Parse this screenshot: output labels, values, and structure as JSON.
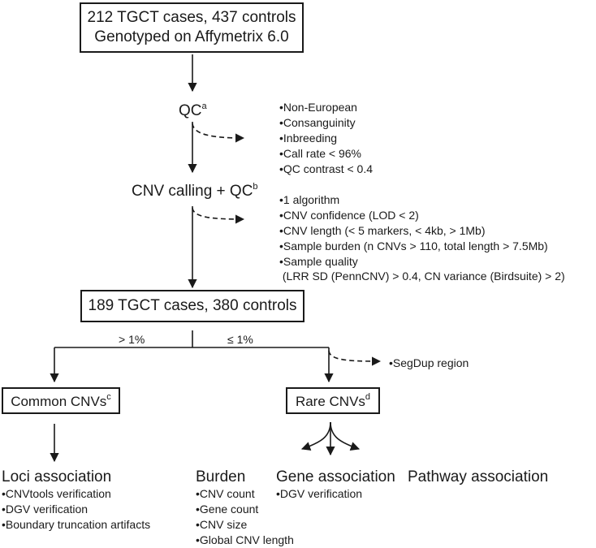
{
  "top_box": {
    "line1": "212 TGCT cases, 437 controls",
    "line2": "Genotyped on Affymetrix 6.0"
  },
  "qc1": {
    "label": "QC",
    "sup": "a",
    "exclusions": [
      "•Non-European",
      "•Consanguinity",
      "•Inbreeding",
      "•Call rate < 96%",
      "•QC contrast < 0.4"
    ]
  },
  "qc2": {
    "label": "CNV calling + QC",
    "sup": "b",
    "exclusions": [
      "•1 algorithm",
      "•CNV confidence (LOD < 2)",
      "•CNV length (< 5 markers, < 4kb, > 1Mb)",
      "•Sample burden (n CNVs > 110, total length > 7.5Mb)",
      "•Sample quality",
      " (LRR SD (PennCNV) > 0.4, CN variance (Birdsuite) > 2)"
    ]
  },
  "mid_box": {
    "label": "189 TGCT cases, 380 controls"
  },
  "split": {
    "left_label": "> 1%",
    "right_label": "≤ 1%",
    "right_exclusion": "•SegDup region"
  },
  "common_box": {
    "label": "Common CNVs",
    "sup": "c"
  },
  "rare_box": {
    "label": "Rare CNVs",
    "sup": "d"
  },
  "loci": {
    "title": "Loci association",
    "items": [
      "•CNVtools verification",
      "•DGV verification",
      "•Boundary truncation artifacts"
    ]
  },
  "burden": {
    "title": "Burden",
    "items": [
      "•CNV count",
      "•Gene count",
      "•CNV size",
      "•Global CNV length"
    ]
  },
  "gene": {
    "title": "Gene association",
    "items": [
      "•DGV verification"
    ]
  },
  "pathway": {
    "title": "Pathway association"
  }
}
